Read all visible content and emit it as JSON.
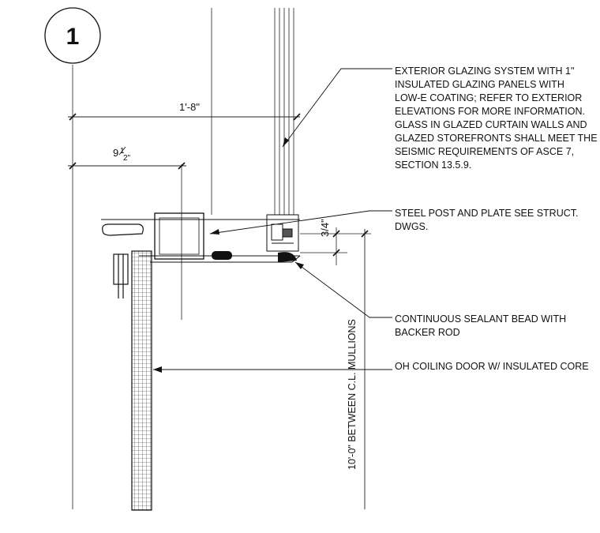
{
  "detail_number": "1",
  "dimensions": {
    "overall_depth": "1'-8\"",
    "offset_whole": "9",
    "offset_frac_num": "1",
    "offset_frac_den": "2\"",
    "gap_whole": "3",
    "gap_frac_num": "/",
    "gap_frac_den": "4\"",
    "mullion_span": "10'-0\" BETWEEN C.L. MULLIONS"
  },
  "notes": {
    "glazing": [
      "EXTERIOR GLAZING SYSTEM WITH 1\"",
      "INSULATED GLAZING PANELS WITH",
      "LOW-E COATING; REFER TO EXTERIOR",
      "ELEVATIONS FOR MORE INFORMATION.",
      "GLASS IN GLAZED CURTAIN WALLS AND",
      "GLAZED STOREFRONTS SHALL MEET THE",
      "SEISMIC REQUIREMENTS OF ASCE 7,",
      "SECTION 13.5.9."
    ],
    "steel_post": [
      "STEEL POST AND PLATE SEE STRUCT.",
      "DWGS."
    ],
    "sealant": [
      "CONTINUOUS SEALANT BEAD WITH",
      "BACKER ROD"
    ],
    "door": [
      "OH COILING DOOR W/ INSULATED CORE"
    ]
  }
}
